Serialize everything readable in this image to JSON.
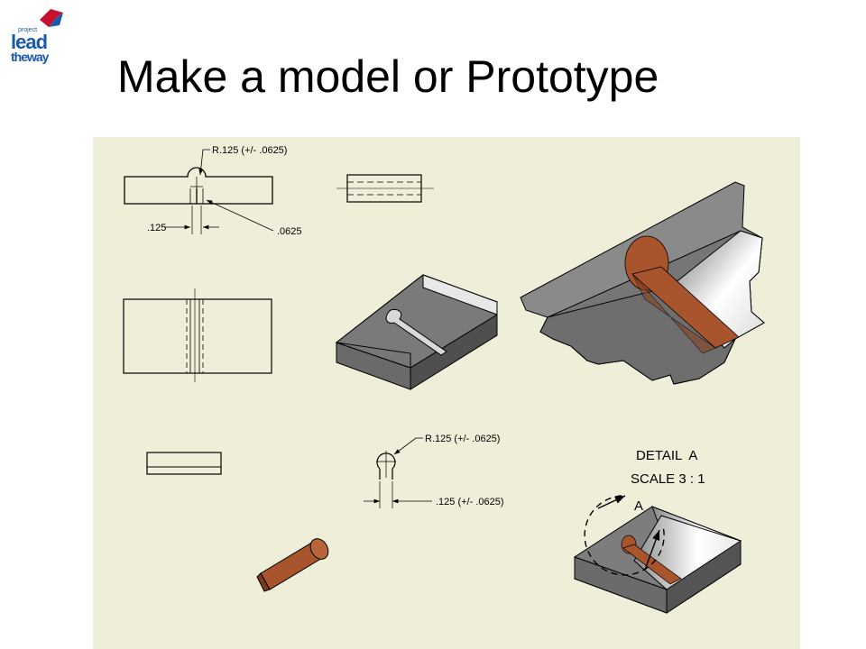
{
  "slide": {
    "title": "Make a model or Prototype"
  },
  "logo": {
    "word_small": "project",
    "word_main": "lead",
    "word_sub": "theway"
  },
  "drawing": {
    "background_color": "#efeed9",
    "wood_color": "#a8542c",
    "dims": {
      "top_radius": "R.125 (+/- .0625)",
      "top_width": ".125",
      "top_offset": ".0625",
      "mid_radius": "R.125 (+/- .0625)",
      "mid_width": ".125 (+/- .0625)"
    },
    "detail": {
      "title": "DETAIL  A",
      "scale": "SCALE 3 : 1",
      "label": "A"
    }
  }
}
